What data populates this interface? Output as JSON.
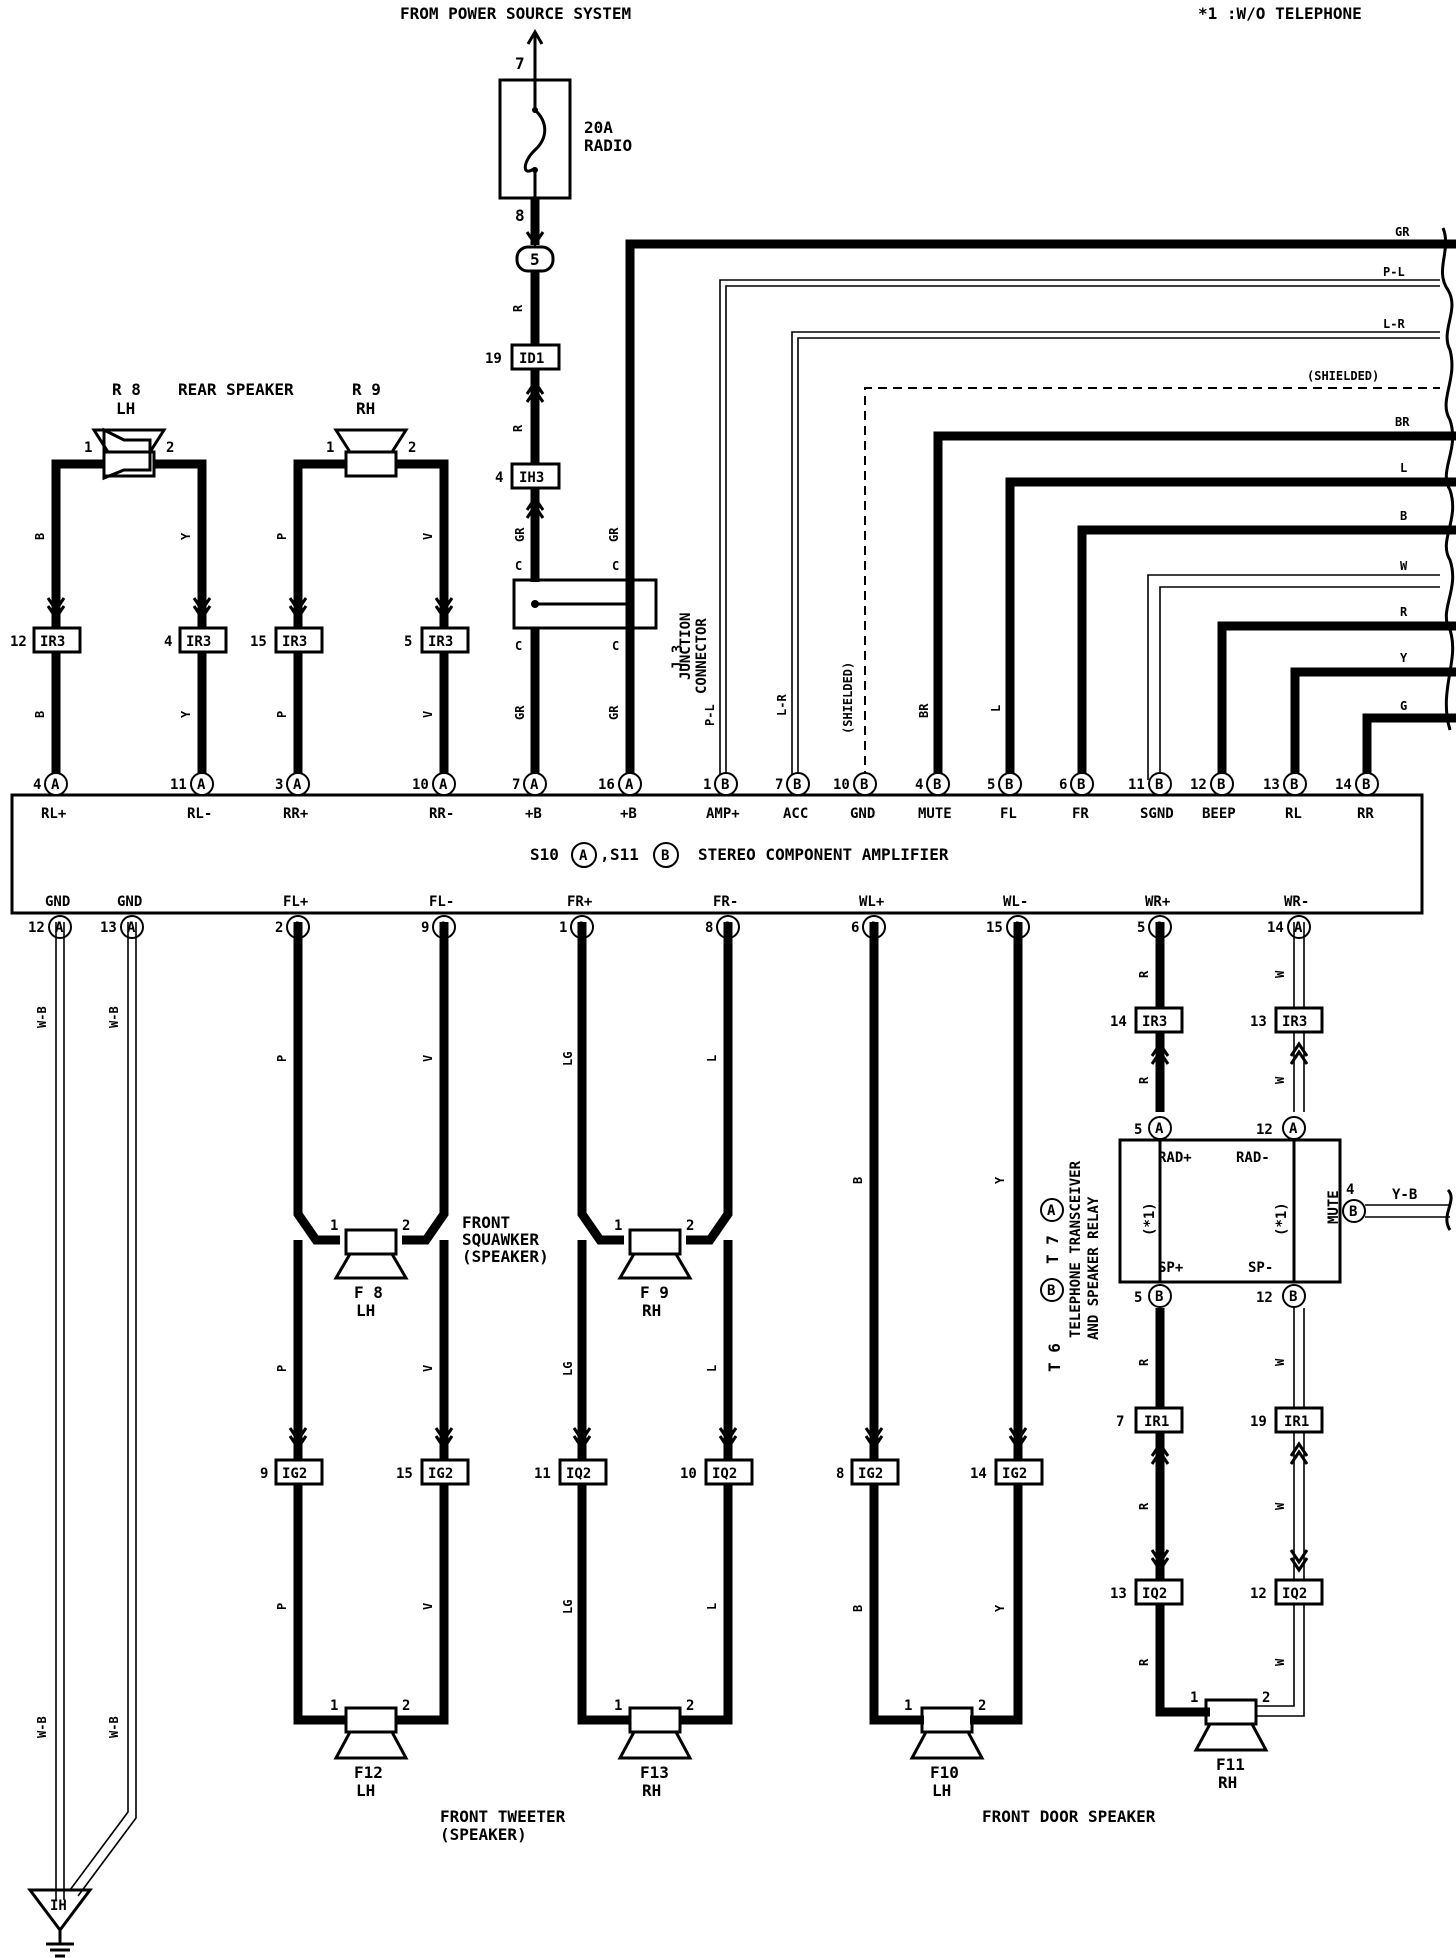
{
  "header": {
    "power_source": "FROM POWER SOURCE SYSTEM",
    "footnote": "*1 :W/O TELEPHONE"
  },
  "fuse": {
    "rating": "20A",
    "name": "RADIO",
    "pin_in": "7",
    "pin_out": "8",
    "connector": "5"
  },
  "connectors": {
    "id1": {
      "pin": "19",
      "name": "ID1"
    },
    "ih3": {
      "pin": "4",
      "name": "IH3"
    },
    "ir3_rl_plus": {
      "pin": "12",
      "name": "IR3"
    },
    "ir3_rl_minus": {
      "pin": "4",
      "name": "IR3"
    },
    "ir3_rr_plus": {
      "pin": "15",
      "name": "IR3"
    },
    "ir3_rr_minus": {
      "pin": "5",
      "name": "IR3"
    },
    "ir3_wr_plus": {
      "pin": "14",
      "name": "IR3"
    },
    "ir3_wr_minus": {
      "pin": "13",
      "name": "IR3"
    },
    "ig2_fl_plus": {
      "pin": "9",
      "name": "IG2"
    },
    "ig2_fl_minus": {
      "pin": "15",
      "name": "IG2"
    },
    "iq2_fr_plus": {
      "pin": "11",
      "name": "IQ2"
    },
    "iq2_fr_minus": {
      "pin": "10",
      "name": "IQ2"
    },
    "ig2_wl_plus": {
      "pin": "8",
      "name": "IG2"
    },
    "ig2_wl_minus": {
      "pin": "14",
      "name": "IG2"
    },
    "ir1_sp_plus": {
      "pin": "7",
      "name": "IR1"
    },
    "ir1_sp_minus": {
      "pin": "19",
      "name": "IR1"
    },
    "iq2_sp_plus": {
      "pin": "13",
      "name": "IQ2"
    },
    "iq2_sp_minus": {
      "pin": "12",
      "name": "IQ2"
    },
    "ground": "IH"
  },
  "junction": {
    "id": "J 3",
    "name": "JUNCTION",
    "name2": "CONNECTOR",
    "pin": "C"
  },
  "rear_speaker": {
    "label": "REAR SPEAKER",
    "lh": {
      "id": "R 8",
      "side": "LH"
    },
    "rh": {
      "id": "R 9",
      "side": "RH"
    }
  },
  "amplifier": {
    "title_a": "S10",
    "title_b": "S11",
    "title_rest": "STEREO COMPONENT AMPLIFIER",
    "top_pins": [
      {
        "num": "4",
        "conn": "A",
        "name": "RL+"
      },
      {
        "num": "11",
        "conn": "A",
        "name": "RL-"
      },
      {
        "num": "3",
        "conn": "A",
        "name": "RR+"
      },
      {
        "num": "10",
        "conn": "A",
        "name": "RR-"
      },
      {
        "num": "7",
        "conn": "A",
        "name": "+B"
      },
      {
        "num": "16",
        "conn": "A",
        "name": "+B"
      },
      {
        "num": "1",
        "conn": "B",
        "name": "AMP+"
      },
      {
        "num": "7",
        "conn": "B",
        "name": "ACC"
      },
      {
        "num": "10",
        "conn": "B",
        "name": "GND"
      },
      {
        "num": "4",
        "conn": "B",
        "name": "MUTE"
      },
      {
        "num": "5",
        "conn": "B",
        "name": "FL"
      },
      {
        "num": "6",
        "conn": "B",
        "name": "FR"
      },
      {
        "num": "11",
        "conn": "B",
        "name": "SGND"
      },
      {
        "num": "12",
        "conn": "B",
        "name": "BEEP"
      },
      {
        "num": "13",
        "conn": "B",
        "name": "RL"
      },
      {
        "num": "14",
        "conn": "B",
        "name": "RR"
      }
    ],
    "bottom_pins": [
      {
        "num": "12",
        "conn": "A",
        "name": "GND"
      },
      {
        "num": "13",
        "conn": "A",
        "name": "GND"
      },
      {
        "num": "2",
        "conn": "A",
        "name": "FL+"
      },
      {
        "num": "9",
        "conn": "A",
        "name": "FL-"
      },
      {
        "num": "1",
        "conn": "A",
        "name": "FR+"
      },
      {
        "num": "8",
        "conn": "A",
        "name": "FR-"
      },
      {
        "num": "6",
        "conn": "A",
        "name": "WL+"
      },
      {
        "num": "15",
        "conn": "A",
        "name": "WL-"
      },
      {
        "num": "5",
        "conn": "A",
        "name": "WR+"
      },
      {
        "num": "14",
        "conn": "A",
        "name": "WR-"
      }
    ]
  },
  "right_wires": [
    "GR",
    "P-L",
    "L-R",
    "(SHIELDED)",
    "BR",
    "L",
    "B",
    "W",
    "R",
    "Y",
    "G"
  ],
  "wire_colors": {
    "rl_plus": "B",
    "rl_minus": "Y",
    "rr_plus": "P",
    "rr_minus": "V",
    "plus_b_1": "GR",
    "plus_b_2": "GR",
    "fuse_line": "R",
    "amp_plus": "P-L",
    "acc": "L-R",
    "gnd_shield": "(SHIELDED)",
    "mute": "BR",
    "fl": "L",
    "gnd_wire": "W-B",
    "fl_plus": "P",
    "fl_minus": "V",
    "fr_plus": "LG",
    "fr_minus": "L",
    "wl_plus": "B",
    "wl_minus": "Y",
    "wr_plus": "R",
    "wr_minus": "W",
    "mute_out": "Y-B"
  },
  "front_squawker": {
    "label_1": "FRONT",
    "label_2": "SQUAWKER",
    "label_3": "(SPEAKER)",
    "lh": {
      "id": "F 8",
      "side": "LH"
    },
    "rh": {
      "id": "F 9",
      "side": "RH"
    }
  },
  "front_tweeter": {
    "label_1": "FRONT TWEETER",
    "label_2": "(SPEAKER)",
    "lh": {
      "id": "F12",
      "side": "LH"
    },
    "rh": {
      "id": "F13",
      "side": "RH"
    }
  },
  "front_door_speaker": {
    "label": "FRONT DOOR SPEAKER",
    "lh": {
      "id": "F10",
      "side": "LH"
    },
    "rh": {
      "id": "F11",
      "side": "RH"
    }
  },
  "telephone": {
    "id": "T 6",
    "conn_b": "B",
    "id2": "T 7",
    "conn_a": "A",
    "name_1": "TELEPHONE TRANSCEIVER",
    "name_2": "AND SPEAKER RELAY",
    "pins": {
      "rad_plus": {
        "num": "5",
        "conn": "A",
        "name": "RAD+"
      },
      "rad_minus": {
        "num": "12",
        "conn": "A",
        "name": "RAD-"
      },
      "sp_plus": {
        "num": "5",
        "conn": "B",
        "name": "SP+"
      },
      "sp_minus": {
        "num": "12",
        "conn": "B",
        "name": "SP-"
      },
      "mute": {
        "num": "4",
        "conn": "B",
        "name": "MUTE"
      }
    },
    "note": "(*1)"
  },
  "speaker_pins": {
    "one": "1",
    "two": "2"
  }
}
